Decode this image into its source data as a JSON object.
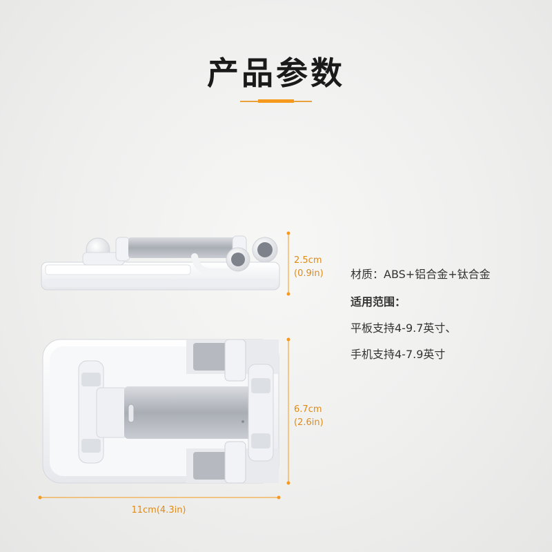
{
  "title": "产品参数",
  "dimensions": {
    "height": {
      "metric": "2.5cm",
      "imperial": "(0.9in)"
    },
    "depth": {
      "metric": "6.7cm",
      "imperial": "(2.6in)"
    },
    "width": {
      "label": "11cm(4.3in)"
    }
  },
  "specs": {
    "material": "材质：ABS+铝合金+钛合金",
    "scope_heading": "适用范围：",
    "tablet": "平板支持4-9.7英寸、",
    "phone": "手机支持4-7.9英寸"
  },
  "colors": {
    "accent": "#f59a1c",
    "product_body": "#f4f5f7",
    "metal": "#b9bcc2"
  }
}
